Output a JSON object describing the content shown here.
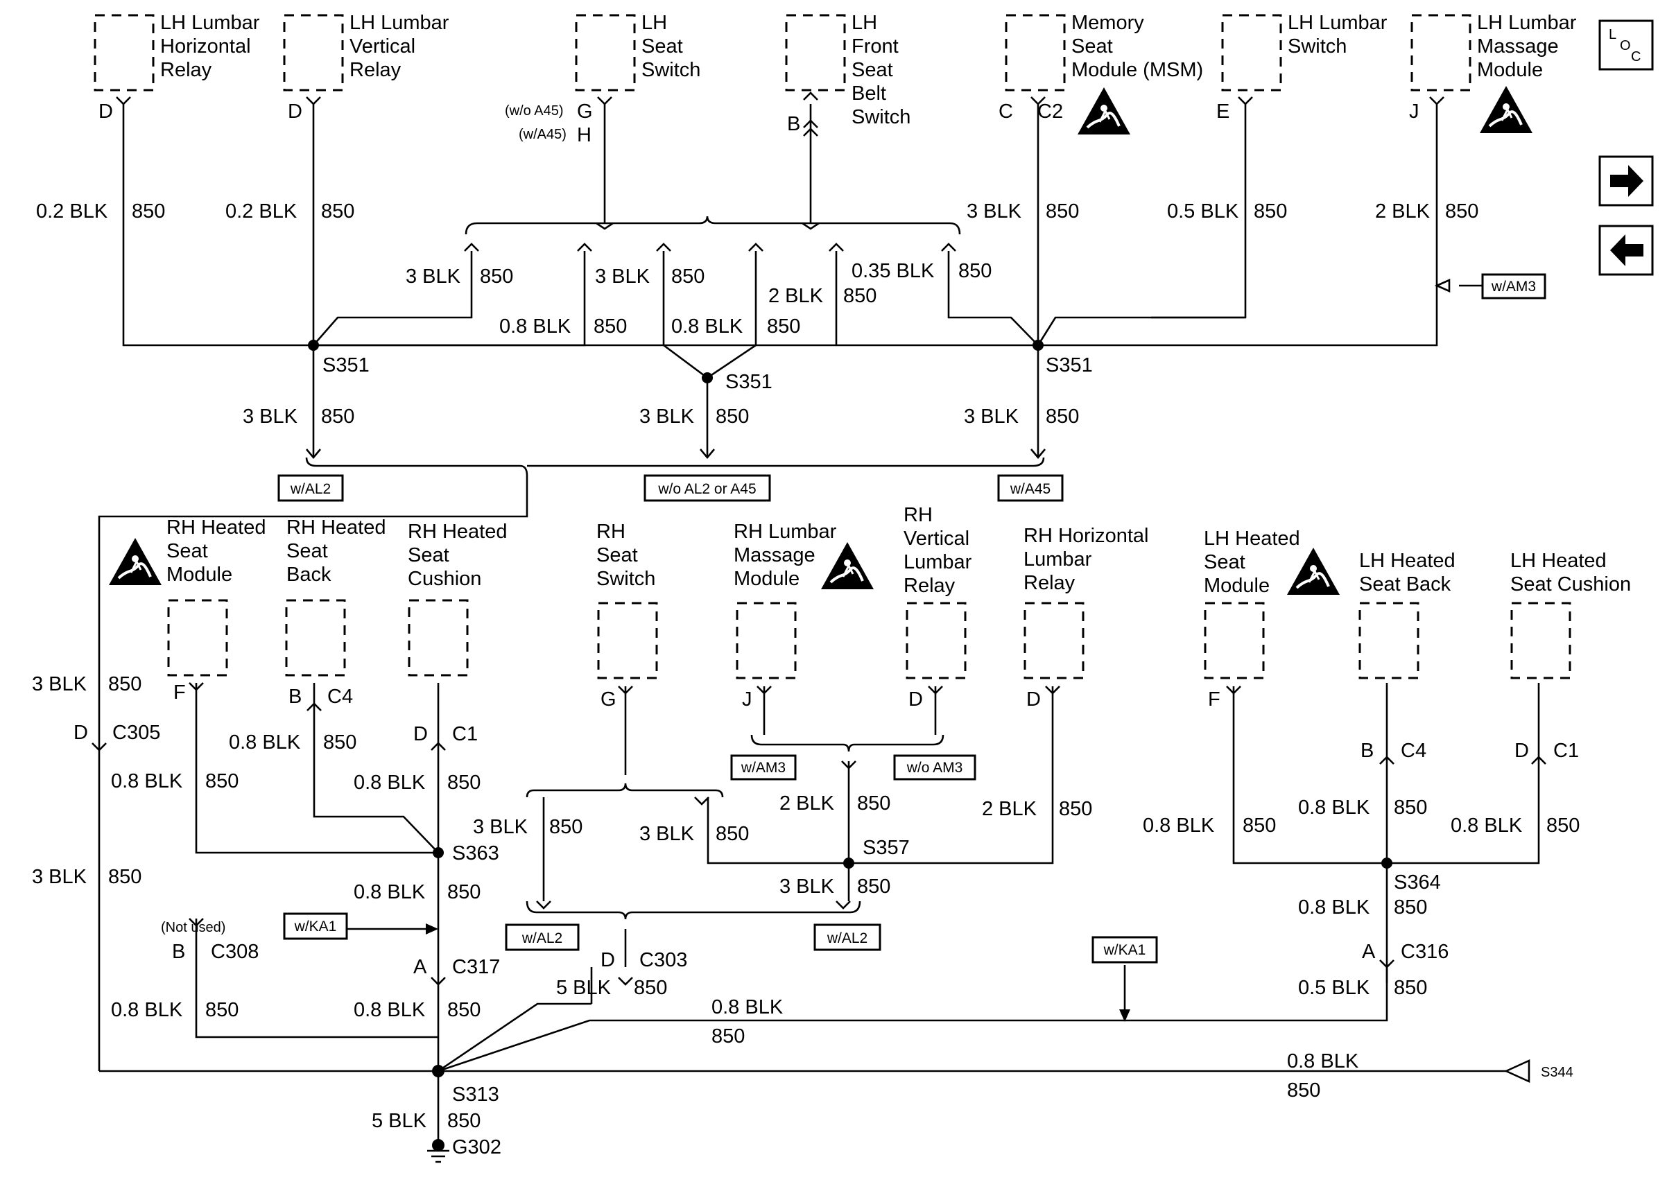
{
  "components": {
    "lh_lumbar_horizontal_relay": [
      "LH Lumbar",
      "Horizontal",
      "Relay"
    ],
    "lh_lumbar_vertical_relay": [
      "LH Lumbar",
      "Vertical",
      "Relay"
    ],
    "lh_seat_switch": [
      "LH",
      "Seat",
      "Switch"
    ],
    "lh_front_seat_belt_switch": [
      "LH",
      "Front",
      "Seat",
      "Belt",
      "Switch"
    ],
    "memory_seat_module": [
      "Memory",
      "Seat",
      "Module (MSM)"
    ],
    "lh_lumbar_switch": [
      "LH Lumbar",
      "Switch"
    ],
    "lh_lumbar_massage_module": [
      "LH Lumbar",
      "Massage",
      "Module"
    ],
    "rh_heated_seat_module": [
      "RH Heated",
      "Seat",
      "Module"
    ],
    "rh_heated_seat_back": [
      "RH Heated",
      "Seat",
      "Back"
    ],
    "rh_heated_seat_cushion": [
      "RH Heated",
      "Seat",
      "Cushion"
    ],
    "rh_seat_switch": [
      "RH",
      "Seat",
      "Switch"
    ],
    "rh_lumbar_massage_module": [
      "RH Lumbar",
      "Massage",
      "Module"
    ],
    "rh_vertical_lumbar_relay": [
      "RH",
      "Vertical",
      "Lumbar",
      "Relay"
    ],
    "rh_horizontal_lumbar_relay": [
      "RH Horizontal",
      "Lumbar",
      "Relay"
    ],
    "lh_heated_seat_module": [
      "LH Heated",
      "Seat",
      "Module"
    ],
    "lh_heated_seat_back": [
      "LH Heated",
      "Seat Back"
    ],
    "lh_heated_seat_cushion": [
      "LH Heated",
      "Seat Cushion"
    ]
  },
  "pins": {
    "D": "D",
    "G": "G",
    "H": "H",
    "B": "B",
    "C": "C",
    "E": "E",
    "J": "J",
    "F": "F",
    "A": "A"
  },
  "connectors": {
    "C1": "C1",
    "C2": "C2",
    "C4": "C4",
    "C303": "C303",
    "C305": "C305",
    "C308": "C308",
    "C316": "C316",
    "C317": "C317"
  },
  "options": {
    "wo_a45": "(w/o A45)",
    "w_a45_paren": "(w/A45)",
    "not_used": "(Not used)"
  },
  "wires": {
    "w02": "0.2 BLK",
    "w035": "0.35 BLK",
    "w05": "0.5 BLK",
    "w08": "0.8 BLK",
    "w2": "2 BLK",
    "w3": "3 BLK",
    "w5": "5 BLK",
    "circuit": "850"
  },
  "splices": {
    "s351": "S351",
    "s357": "S357",
    "s363": "S363",
    "s364": "S364",
    "s313": "S313",
    "s344": "S344"
  },
  "ground": "G302",
  "tags": {
    "w_al2": "w/AL2",
    "wo_al2_a45": "w/o AL2 or A45",
    "w_a45": "w/A45",
    "w_am3": "w/AM3",
    "wo_am3": "w/o AM3",
    "w_ka1": "w/KA1"
  },
  "nav": {
    "loc": [
      "L",
      "O",
      "C"
    ],
    "icons": {
      "loc": "loc-icon",
      "next": "arrow-right-icon",
      "prev": "arrow-left-icon"
    }
  },
  "colors": {
    "ink": "#000000",
    "background": "#ffffff"
  }
}
